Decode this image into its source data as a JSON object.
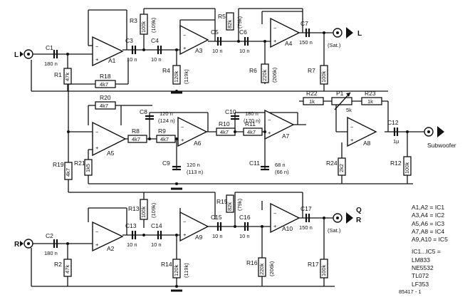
{
  "inputs": {
    "left": "L",
    "right": "R"
  },
  "outputs": {
    "left": "L",
    "right": "R",
    "sat_left": "(Sat.)",
    "sat_right": "(Sat.)",
    "q": "Q",
    "subwoofer": "Subwoofer"
  },
  "opamps": {
    "a1": "A1",
    "a2": "A2",
    "a3": "A3",
    "a4": "A4",
    "a5": "A5",
    "a6": "A6",
    "a7": "A7",
    "a8": "A8",
    "a9": "A9",
    "a10": "A10"
  },
  "resistors": {
    "r1": {
      "name": "R1",
      "value": "47k"
    },
    "r2": {
      "name": "R2",
      "value": "47k"
    },
    "r3": {
      "name": "R3",
      "value": "100k",
      "alt": "(109k)"
    },
    "r4": {
      "name": "R4",
      "value": "120k",
      "alt": "(119k)"
    },
    "r5": {
      "name": "R5",
      "value": "82k",
      "alt": "(79k)"
    },
    "r6": {
      "name": "R6",
      "value": "220k",
      "alt": "(206k)"
    },
    "r7": {
      "name": "R7",
      "value": "100k"
    },
    "r8": {
      "name": "R8",
      "value": "4k7"
    },
    "r9": {
      "name": "R9",
      "value": "4k7"
    },
    "r10": {
      "name": "R10",
      "value": "4k7"
    },
    "r11": {
      "name": "R11",
      "value": "4k7"
    },
    "r13": {
      "name": "R13",
      "value": "100k",
      "alt": "(109k)"
    },
    "r14": {
      "name": "R14",
      "value": "120k",
      "alt": "(119k)"
    },
    "r15": {
      "name": "R15",
      "value": "82k",
      "alt": "(79k)"
    },
    "r16": {
      "name": "R16",
      "value": "220k",
      "alt": "(206k)"
    },
    "r17": {
      "name": "R17",
      "value": "100k"
    },
    "r18": {
      "name": "R18",
      "value": "4k7"
    },
    "r19": {
      "name": "R19",
      "value": "4k7"
    },
    "r20": {
      "name": "R20",
      "value": "4k7"
    },
    "r21": {
      "name": "R21",
      "value": "1k5"
    },
    "r22": {
      "name": "R22",
      "value": "1k"
    },
    "r23": {
      "name": "R23",
      "value": "1k"
    },
    "r24": {
      "name": "R24",
      "value": "2k2"
    },
    "r12": {
      "name": "R12",
      "value": "100k"
    },
    "p1": {
      "name": "P1",
      "value": "5k"
    }
  },
  "capacitors": {
    "c1": {
      "name": "C1",
      "value": "180 n"
    },
    "c2": {
      "name": "C2",
      "value": "180 n"
    },
    "c3": {
      "name": "C3",
      "value": "10 n"
    },
    "c4": {
      "name": "C4",
      "value": "10 n"
    },
    "c5": {
      "name": "C5",
      "value": "10 n"
    },
    "c6": {
      "name": "C6",
      "value": "10 n"
    },
    "c7": {
      "name": "C7",
      "value": "150 n"
    },
    "c8": {
      "name": "C8",
      "value": "120 n",
      "alt": "(124 n)"
    },
    "c9": {
      "name": "C9",
      "value": "120 n",
      "alt": "(113 n)"
    },
    "c10": {
      "name": "C10",
      "value": "180 n",
      "alt": "(170 n)"
    },
    "c11": {
      "name": "C11",
      "value": "68 n",
      "alt": "(66 n)"
    },
    "c12": {
      "name": "C12",
      "value": "1µ"
    },
    "c13": {
      "name": "C13",
      "value": "10 n"
    },
    "c14": {
      "name": "C14",
      "value": "10 n"
    },
    "c15": {
      "name": "C15",
      "value": "10 n"
    },
    "c16": {
      "name": "C16",
      "value": "10 n"
    },
    "c17": {
      "name": "C17",
      "value": "150 n"
    }
  },
  "ic_table": {
    "lines": [
      "A1,A2 = IC1",
      "A3,A4 = IC2",
      "A5,A6 = IC3",
      "A7,A8 = IC4",
      "A9,A10 = IC5"
    ],
    "types_header": "IC1...IC5 =",
    "types": [
      "LM833",
      "NE5532",
      "TL072",
      "LF353"
    ]
  },
  "figure_number": "85417 - 1"
}
